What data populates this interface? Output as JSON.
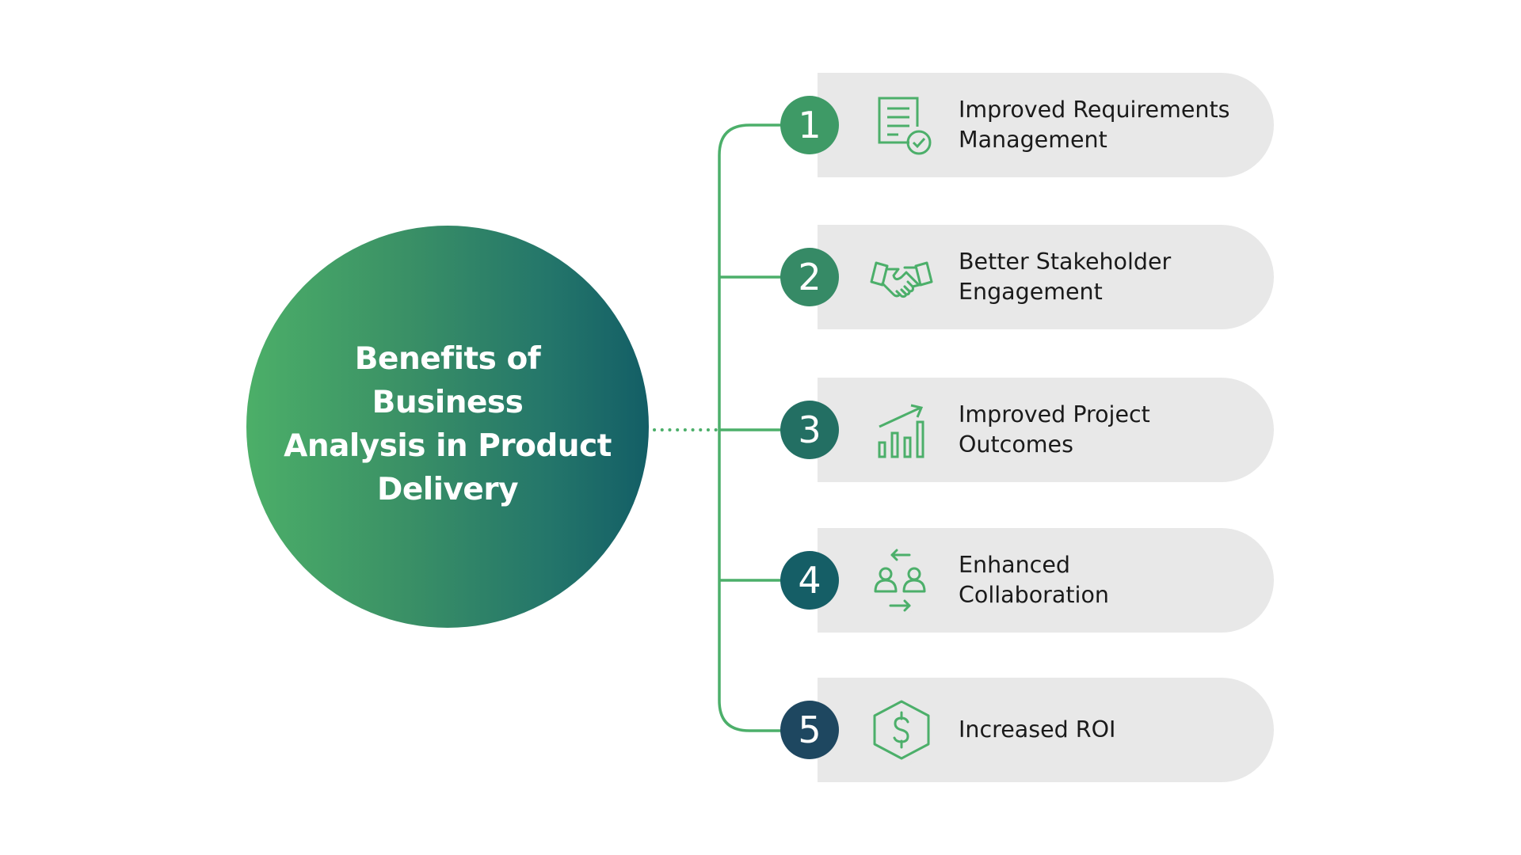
{
  "hub": {
    "title_lines": [
      "Benefits of Business",
      "Analysis in Product",
      "Delivery"
    ],
    "gradient": [
      "#4caf68",
      "#135e66"
    ]
  },
  "colors": {
    "connector": "#4caf6a",
    "pill_background": "#e8e8e8",
    "icon_stroke": "#4caf6a",
    "label_text": "#1a1a1a"
  },
  "items": [
    {
      "number": "1",
      "color": "#3e9a66",
      "icon": "document-check-icon",
      "lines": [
        "Improved Requirements",
        "Management"
      ]
    },
    {
      "number": "2",
      "color": "#368a66",
      "icon": "handshake-icon",
      "lines": [
        "Better Stakeholder",
        "Engagement"
      ]
    },
    {
      "number": "3",
      "color": "#236f63",
      "icon": "growth-chart-icon",
      "lines": [
        "Improved Project",
        "Outcomes"
      ]
    },
    {
      "number": "4",
      "color": "#155e66",
      "icon": "collaboration-icon",
      "lines": [
        "Enhanced",
        "Collaboration"
      ]
    },
    {
      "number": "5",
      "color": "#1e4760",
      "icon": "dollar-hexagon-icon",
      "lines": [
        "Increased ROI"
      ]
    }
  ]
}
